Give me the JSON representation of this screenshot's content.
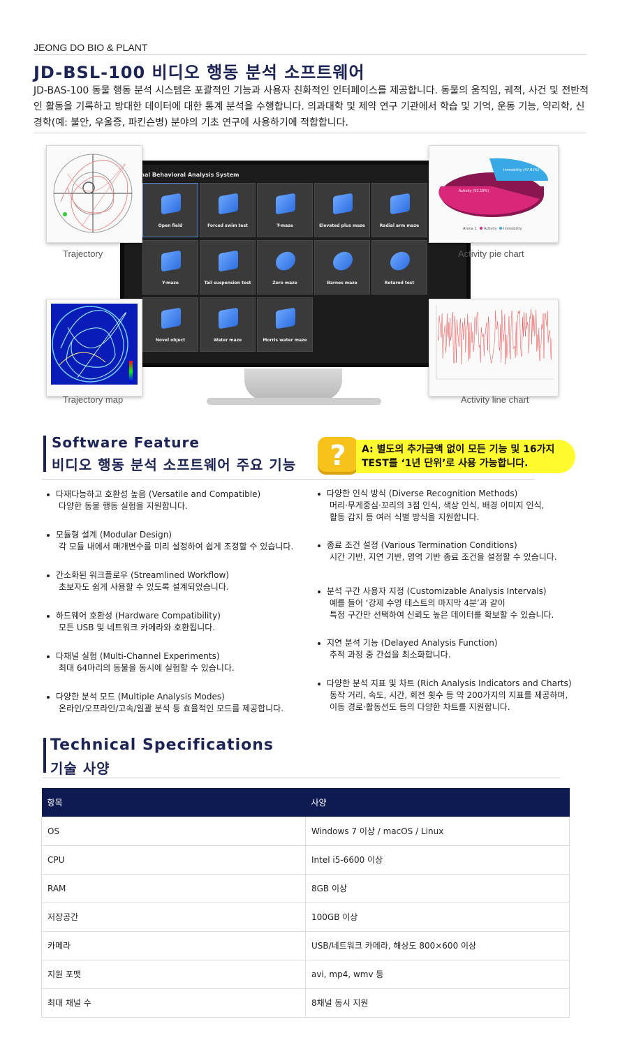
{
  "header": {
    "brand": "JEONG DO BIO & PLANT",
    "title": "JD-BSL-100 비디오 행동 분석 소프트웨어",
    "intro": "JD-BAS-100 동물 행동 분석 시스템은 포괄적인 기능과 사용자 친화적인 인터페이스를 제공합니다. 동물의 움직임, 궤적, 사건 및 전반적인 활동을 기록하고 방대한 데이터에 대한 통계 분석을 수행합니다. 의과대학 및 제약 연구 기관에서 학습 및 기억, 운동 기능, 약리학, 신경학(예: 불안, 우울증, 파킨슨병) 분야의 기초 연구에 사용하기에 적합합니다."
  },
  "hero": {
    "window_title": "Animal Behavioral Analysis System",
    "tiles": [
      {
        "label": "Open field",
        "color": "#2f6fe0"
      },
      {
        "label": "Forced swim test",
        "color": "#2f6fe0"
      },
      {
        "label": "T-maze",
        "color": "#2f6fe0"
      },
      {
        "label": "Elevated plus maze",
        "color": "#2f6fe0"
      },
      {
        "label": "Radial arm maze",
        "color": "#2f6fe0"
      },
      {
        "label": "Y-maze",
        "color": "#2f6fe0"
      },
      {
        "label": "Tail suspension test",
        "color": "#2f6fe0"
      },
      {
        "label": "Zero maze",
        "color": "#2f6fe0"
      },
      {
        "label": "Barnes maze",
        "color": "#2f6fe0"
      },
      {
        "label": "Rotarod test",
        "color": "#2f6fe0"
      },
      {
        "label": "Novel object",
        "color": "#2f6fe0"
      },
      {
        "label": "Water maze",
        "color": "#2f6fe0"
      },
      {
        "label": "Morris water maze",
        "color": "#2f6fe0"
      }
    ],
    "captions": {
      "trajectory": "Trajectory",
      "pie": "Activity pie chart",
      "traj_map": "Trajectory map",
      "line": "Activity line chart"
    },
    "pie": {
      "activity_label": "Activity (52.19%)",
      "immobility_label": "Immobility (47.81%)",
      "legend_arena": "Arena 1",
      "legend_activity": "Activity",
      "legend_immobility": "Immobility",
      "activity_color": "#d9287a",
      "immobility_color": "#39a9e6"
    }
  },
  "features": {
    "title_en": "Software Feature",
    "title_ko": "비디오 행동 분석 소프트웨어 주요 기능",
    "note_icon": "question-mark-icon",
    "note_line1": "A: 별도의 추가금액 없이 모든 기능 및 16가지",
    "note_line2": "TEST를 ‘1년 단위’로 사용 가능합니다.",
    "left": [
      {
        "title": "다재다능하고 호환성 높음 (Versatile and Compatible)",
        "desc": [
          "다양한 동물 행동 실험을 지원합니다."
        ]
      },
      {
        "title": "모듈형 설계 (Modular Design)",
        "desc": [
          "각 모듈 내에서 매개변수를 미리 설정하여 쉽게 조정할 수 있습니다."
        ]
      },
      {
        "title": "간소화된 워크플로우 (Streamlined Workflow)",
        "desc": [
          "초보자도 쉽게 사용할 수 있도록 설계되었습니다."
        ]
      },
      {
        "title": "하드웨어 호환성 (Hardware Compatibility)",
        "desc": [
          "모든 USB 및 네트워크 카메라와 호환됩니다."
        ]
      },
      {
        "title": "다채널 실험 (Multi-Channel Experiments)",
        "desc": [
          "최대 64마리의 동물을 동시에 실험할 수 있습니다."
        ]
      },
      {
        "title": "다양한 분석 모드 (Multiple Analysis Modes)",
        "desc": [
          "온라인/오프라인/고속/일괄 분석 등 효율적인 모드를 제공합니다."
        ]
      }
    ],
    "right": [
      {
        "title": "다양한 인식 방식 (Diverse Recognition Methods)",
        "desc": [
          "머리·무게중심·꼬리의 3점 인식, 색상 인식, 배경 이미지 인식,",
          "활동 감지 등 여러 식별 방식을 지원합니다."
        ]
      },
      {
        "title": "종료 조건 설정 (Various Termination Conditions)",
        "desc": [
          "시간 기반, 지연 기반, 영역 기반 종료 조건을 설정할 수 있습니다."
        ]
      },
      {
        "title": "분석 구간 사용자 지정 (Customizable Analysis Intervals)",
        "desc": [
          "예를 들어 ‘강제 수영 테스트의 마지막 4분’과 같이",
          "특정 구간만 선택하여 신뢰도 높은 데이터를 확보할 수 있습니다."
        ]
      },
      {
        "title": "지연 분석 기능 (Delayed Analysis Function)",
        "desc": [
          "추적 과정 중 간섭을 최소화합니다."
        ]
      },
      {
        "title": "다양한 분석 지표 및 차트 (Rich Analysis Indicators and Charts)",
        "desc": [
          "동작 거리, 속도, 시간, 회전 횟수 등 약 200가지의 지표를 제공하며,",
          "이동 경로·활동선도 등의 다양한 차트를 지원합니다."
        ]
      }
    ]
  },
  "specs": {
    "title_en": "Technical Specifications",
    "title_ko": "기술 사양",
    "headers": [
      "항목",
      "사양"
    ],
    "rows": [
      [
        "OS",
        "Windows 7 이상 / macOS / Linux"
      ],
      [
        "CPU",
        "Intel i5-6600 이상"
      ],
      [
        "RAM",
        "8GB 이상"
      ],
      [
        "저장공간",
        "100GB 이상"
      ],
      [
        "카메라",
        "USB/네트워크 카메라, 해상도 800×600 이상"
      ],
      [
        "지원 포맷",
        "avi, mp4, wmv 등"
      ],
      [
        "최대 채널 수",
        "8채널 동시 지원"
      ]
    ]
  }
}
